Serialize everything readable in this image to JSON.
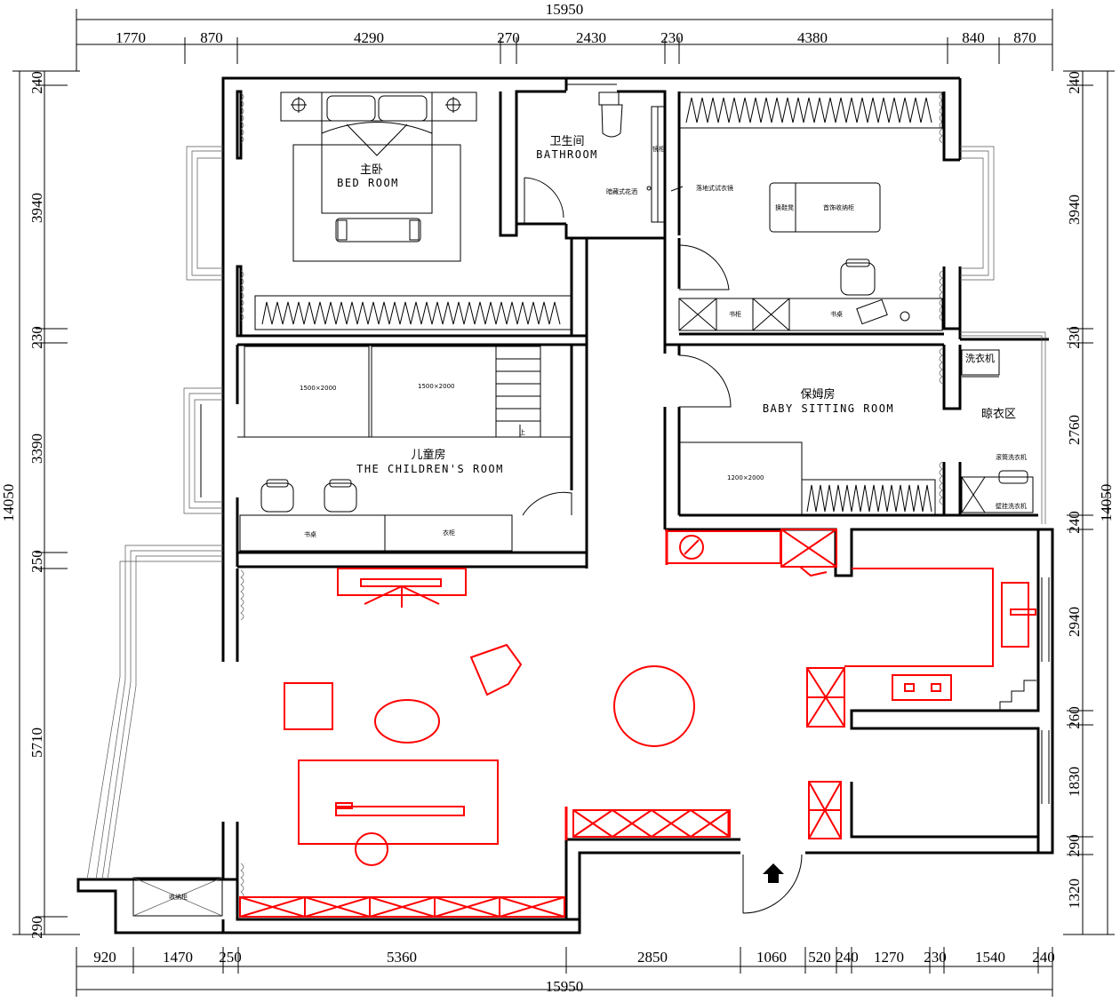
{
  "dimensions": {
    "top_total": "15950",
    "top_segments": [
      "1770",
      "870",
      "4290",
      "270",
      "2430",
      "230",
      "4380",
      "840",
      "870"
    ],
    "bottom_total": "15950",
    "bottom_segments": [
      "920",
      "1470",
      "250",
      "5360",
      "2850",
      "1060",
      "520",
      "240",
      "1270",
      "230",
      "1540",
      "240"
    ],
    "left_total": "14050",
    "left_segments": [
      "240",
      "3940",
      "230",
      "3390",
      "250",
      "5710",
      "290"
    ],
    "right_total": "14050",
    "right_segments": [
      "240",
      "3940",
      "230",
      "2760",
      "240",
      "2940",
      "260",
      "1830",
      "290",
      "1320"
    ]
  },
  "rooms": {
    "master_bedroom": {
      "cn": "主卧",
      "en": "BED ROOM"
    },
    "bathroom": {
      "cn": "卫生间",
      "en": "BATHROOM",
      "label_concealed_shower": "暗藏式花洒",
      "label_cabinet": "镜柜",
      "label_wardrobe_mirror": "落地式试衣镜"
    },
    "walk_in": {
      "label_shoe": "换鞋凳",
      "label_jewelry": "首饰收纳柜",
      "label_bookcase": "书柜",
      "label_desk": "书桌"
    },
    "children_room": {
      "cn": "儿童房",
      "en": "THE CHILDREN'S ROOM",
      "bed_a": "1500×2000",
      "bed_b": "1500×2000",
      "stairs_up": "上",
      "label_desk": "书桌",
      "label_wardrobe": "衣柜"
    },
    "nanny_room": {
      "cn": "保姆房",
      "en": "BABY SITTING ROOM",
      "bed": "1200×2000"
    },
    "laundry": {
      "washer": "洗衣机",
      "drying_area": "晾衣区",
      "roller_washer": "滚筒洗衣机",
      "wall_washer": "壁挂洗衣机"
    },
    "balcony": {
      "storage": "收纳柜"
    }
  }
}
